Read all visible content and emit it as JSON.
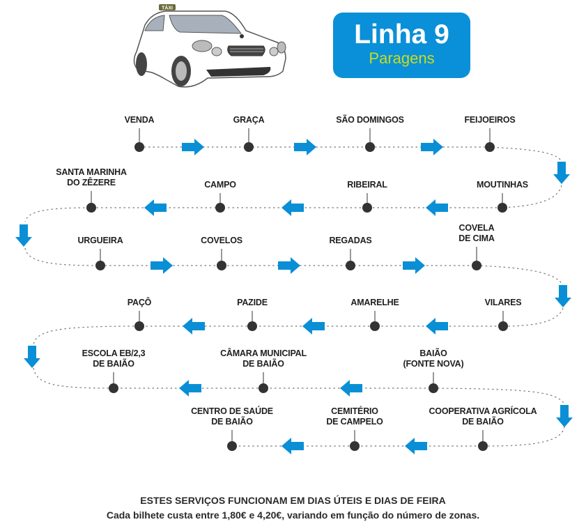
{
  "header": {
    "line_title": "Linha 9",
    "subtitle": "Paragens",
    "taxi_sign": "TÁXI",
    "colors": {
      "title_bg": "#0a90d8",
      "title_text": "#ffffff",
      "subtitle_text": "#c8dc1e",
      "arrow": "#0a8fd6",
      "stop_dot": "#333333"
    }
  },
  "stops": [
    {
      "order": 1,
      "name": "VENDA"
    },
    {
      "order": 2,
      "name": "GRAÇA"
    },
    {
      "order": 3,
      "name": "SÃO DOMINGOS"
    },
    {
      "order": 4,
      "name": "FEIJOEIROS"
    },
    {
      "order": 5,
      "name": "MOUTINHAS"
    },
    {
      "order": 6,
      "name": "RIBEIRAL"
    },
    {
      "order": 7,
      "name": "CAMPO"
    },
    {
      "order": 8,
      "name": "SANTA MARINHA\nDO ZÊZERE"
    },
    {
      "order": 9,
      "name": "URGUEIRA"
    },
    {
      "order": 10,
      "name": "COVELOS"
    },
    {
      "order": 11,
      "name": "REGADAS"
    },
    {
      "order": 12,
      "name": "COVELA\nDE CIMA"
    },
    {
      "order": 13,
      "name": "VILARES"
    },
    {
      "order": 14,
      "name": "AMARELHE"
    },
    {
      "order": 15,
      "name": "PAZIDE"
    },
    {
      "order": 16,
      "name": "PAÇÔ"
    },
    {
      "order": 17,
      "name": "ESCOLA EB/2,3\nDE BAIÃO"
    },
    {
      "order": 18,
      "name": "CÂMARA MUNICIPAL\nDE BAIÃO"
    },
    {
      "order": 19,
      "name": "BAIÃO\n(FONTE NOVA)"
    },
    {
      "order": 20,
      "name": "COOPERATIVA AGRÍCOLA\nDE BAIÃO"
    },
    {
      "order": 21,
      "name": "CEMITÉRIO\nDE CAMPELO"
    },
    {
      "order": 22,
      "name": "CENTRO DE SAÚDE\nDE BAIÃO"
    }
  ],
  "footer": {
    "schedule_note": "ESTES SERVIÇOS FUNCIONAM EM DIAS ÚTEIS E DIAS DE FEIRA",
    "price_note": "Cada bilhete custa entre 1,80€ e 4,20€, variando em função do número de zonas."
  }
}
